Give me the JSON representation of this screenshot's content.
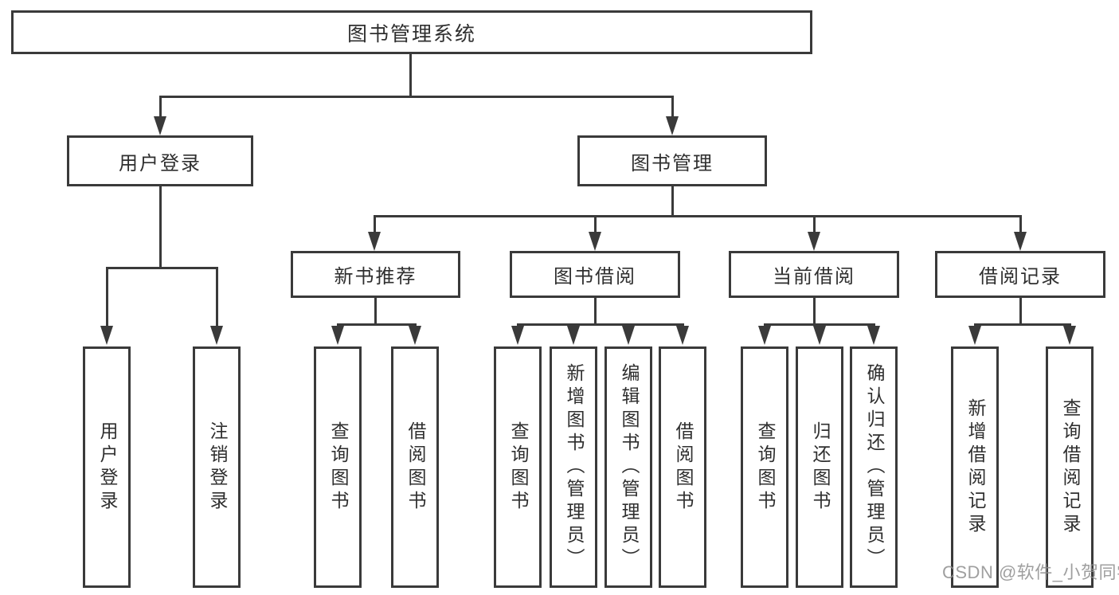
{
  "diagram": {
    "title": "图书管理系统",
    "watermark": "CSDN @软件_小贺同学",
    "level2": [
      {
        "label": "用户登录",
        "children": [
          "用户登录",
          "注销登录"
        ]
      },
      {
        "label": "图书管理",
        "sections": [
          {
            "label": "新书推荐",
            "children": [
              "查询图书",
              "借阅图书"
            ]
          },
          {
            "label": "图书借阅",
            "children": [
              "查询图书",
              "新增图书（管理员）",
              "编辑图书（管理员）",
              "借阅图书"
            ]
          },
          {
            "label": "当前借阅",
            "children": [
              "查询图书",
              "归还图书",
              "确认归还（管理员）"
            ]
          },
          {
            "label": "借阅记录",
            "children": [
              "新增借阅记录",
              "查询借阅记录"
            ]
          }
        ]
      }
    ],
    "colors": {
      "line": "#3a3a3a",
      "text": "#2f2f2f",
      "watermark": "#8f8f8f",
      "background": "#ffffff"
    }
  }
}
